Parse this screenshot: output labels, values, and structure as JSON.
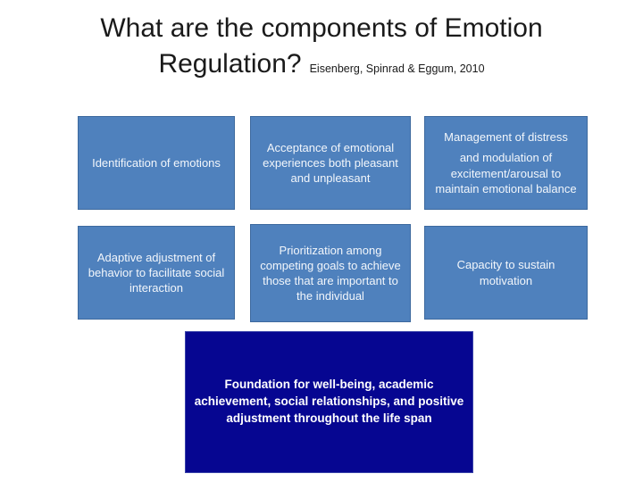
{
  "slide": {
    "title_line1": "What are the components of Emotion",
    "title_line2": "Regulation?",
    "citation": "Eisenberg, Spinrad & Eggum, 2010",
    "colors": {
      "component_box_blue": "#4F81BD",
      "foundation_box_navy": "#060691",
      "box_text": "#FFFFFF",
      "title_text": "#1A1A1A"
    },
    "boxes": [
      {
        "id": "identification",
        "text": "Identification of emotions"
      },
      {
        "id": "acceptance",
        "text": "Acceptance of emotional experiences both pleasant and unpleasant"
      },
      {
        "id": "management",
        "text_line1": "Management of distress",
        "text_line2": "and modulation of excitement/arousal to maintain emotional balance"
      },
      {
        "id": "adaptive",
        "text": "Adaptive adjustment of behavior to facilitate social interaction"
      },
      {
        "id": "prioritization",
        "text": "Prioritization among competing goals to achieve those that are important to the individual"
      },
      {
        "id": "capacity",
        "text": "Capacity to sustain motivation"
      }
    ],
    "foundation_box": {
      "text": "Foundation for well-being, academic achievement, social relationships, and positive adjustment throughout the life span"
    }
  }
}
